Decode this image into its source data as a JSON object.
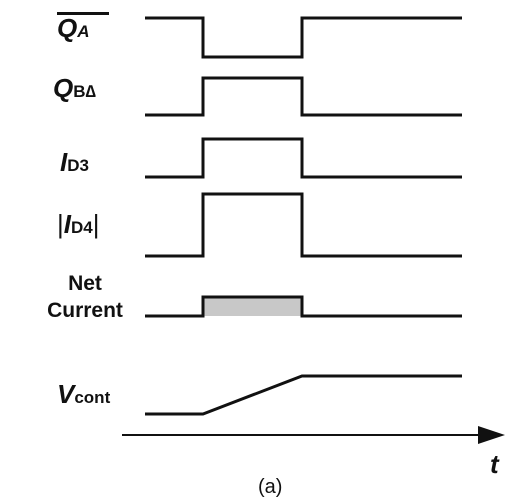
{
  "signals": [
    {
      "id": "qa_bar",
      "label_main": "Q",
      "label_sub": "A",
      "overline": true
    },
    {
      "id": "qb_delta",
      "label_main": "Q",
      "label_sub": "B∆"
    },
    {
      "id": "id3",
      "label_main": "I",
      "label_sub": "D3"
    },
    {
      "id": "id4",
      "label_main": "I",
      "label_sub": "D4",
      "abs": true
    },
    {
      "id": "net",
      "label_line1": "Net",
      "label_line2": "Current"
    },
    {
      "id": "vcont",
      "label_main": "V",
      "label_sub": "cont"
    }
  ],
  "axis_label": "t",
  "caption": "(a)",
  "colors": {
    "line": "#111111",
    "fill": "#c8c8c8"
  }
}
